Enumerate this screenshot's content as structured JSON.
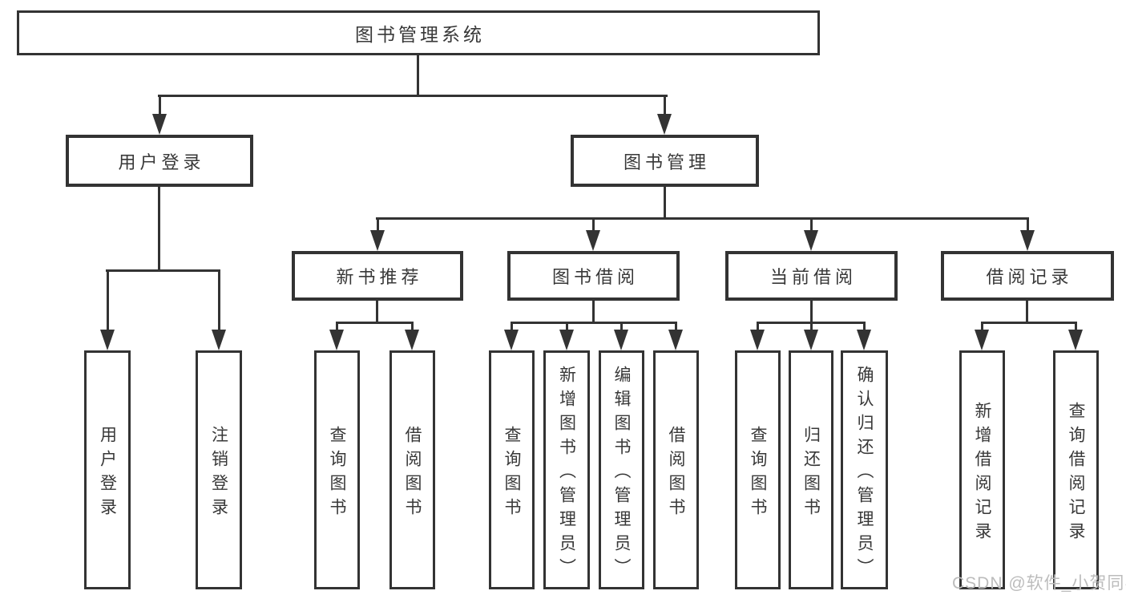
{
  "tree": {
    "root": {
      "label": "图书管理系统"
    },
    "children": [
      {
        "label": "用户登录",
        "children": [
          {
            "label": "用户登录"
          },
          {
            "label": "注销登录"
          }
        ]
      },
      {
        "label": "图书管理",
        "children": [
          {
            "label": "新书推荐",
            "children": [
              {
                "label": "查询图书"
              },
              {
                "label": "借阅图书"
              }
            ]
          },
          {
            "label": "图书借阅",
            "children": [
              {
                "label": "查询图书"
              },
              {
                "label": "新增图书（管理员）"
              },
              {
                "label": "编辑图书（管理员）"
              },
              {
                "label": "借阅图书"
              }
            ]
          },
          {
            "label": "当前借阅",
            "children": [
              {
                "label": "查询图书"
              },
              {
                "label": "归还图书"
              },
              {
                "label": "确认归还（管理员）"
              }
            ]
          },
          {
            "label": "借阅记录",
            "children": [
              {
                "label": "新增借阅记录"
              },
              {
                "label": "查询借阅记录"
              }
            ]
          }
        ]
      }
    ]
  },
  "watermark": {
    "text": "CSDN @软件_小贺同学"
  },
  "colors": {
    "line": "#333333",
    "text": "#383838",
    "watermark": "#bcbcbc",
    "background": "#ffffff"
  }
}
